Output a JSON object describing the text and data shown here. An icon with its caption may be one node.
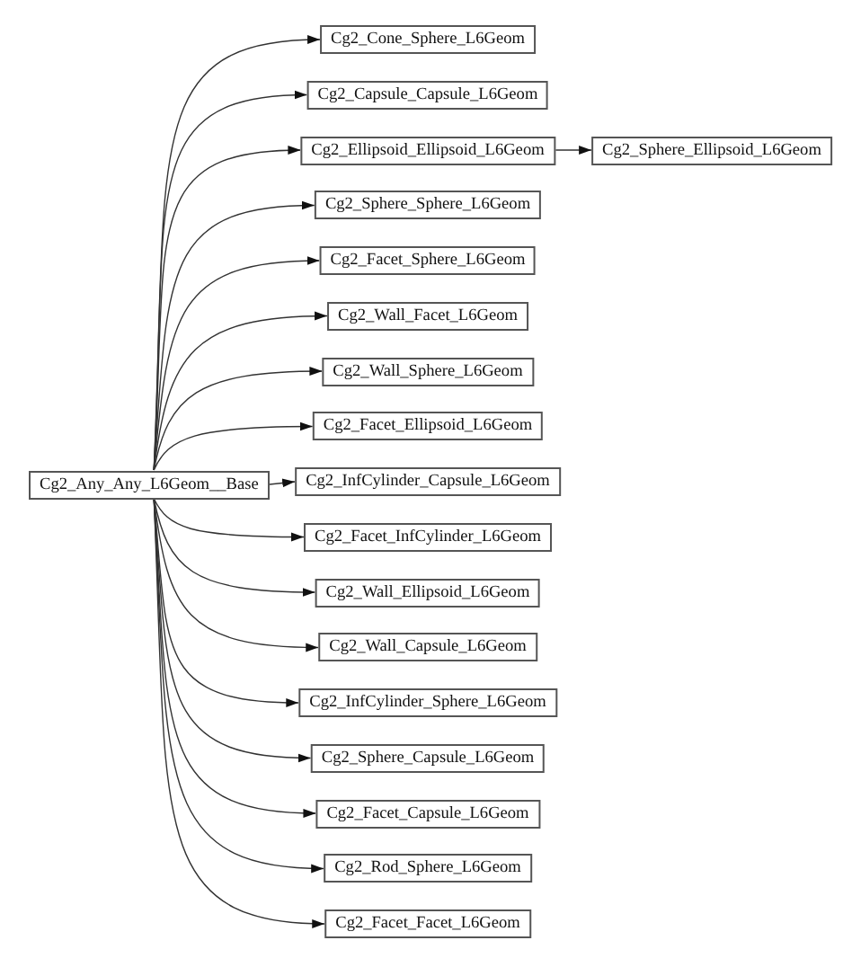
{
  "diagram": {
    "nodes": [
      {
        "text": [
          "Cg2_Any_Any_L6Geom__Base"
        ]
      },
      {
        "text": [
          "Cg2_Cone_Sphere_L6Geom"
        ]
      },
      {
        "text": [
          "Cg2_Capsule_Capsule_L6Geom"
        ]
      },
      {
        "text": [
          "Cg2_Ellipsoid_Ellipsoid_L6Geom"
        ]
      },
      {
        "text": [
          "Cg2_Sphere_Ellipsoid_L6Geom"
        ]
      },
      {
        "text": [
          "Cg2_Sphere_Sphere_L6Geom"
        ]
      },
      {
        "text": [
          "Cg2_Facet_Sphere_L6Geom"
        ]
      },
      {
        "text": [
          "Cg2_Wall_Facet_L6Geom"
        ]
      },
      {
        "text": [
          "Cg2_Wall_Sphere_L6Geom"
        ]
      },
      {
        "text": [
          "Cg2_Facet_Ellipsoid_L6Geom"
        ]
      },
      {
        "text": [
          "Cg2_InfCylinder_Capsule_L6Geom"
        ]
      },
      {
        "text": [
          "Cg2_Facet_InfCylinder_L6Geom"
        ]
      },
      {
        "text": [
          "Cg2_Wall_Ellipsoid_L6Geom"
        ]
      },
      {
        "text": [
          "Cg2_Wall_Capsule_L6Geom"
        ]
      },
      {
        "text": [
          "Cg2_InfCylinder_Sphere_L6Geom"
        ]
      },
      {
        "text": [
          "Cg2_Sphere_Capsule_L6Geom"
        ]
      },
      {
        "text": [
          "Cg2_Facet_Capsule_L6Geom"
        ]
      },
      {
        "text": [
          "Cg2_Rod_Sphere_L6Geom"
        ]
      },
      {
        "text": [
          "Cg2_Facet_Facet_L6Geom"
        ]
      }
    ],
    "edges": [
      {
        "from": 0,
        "to": 1,
        "arrow": "to"
      },
      {
        "from": 0,
        "to": 2,
        "arrow": "to"
      },
      {
        "from": 0,
        "to": 3,
        "arrow": "to"
      },
      {
        "from": 3,
        "to": 4,
        "arrow": "to"
      },
      {
        "from": 0,
        "to": 5,
        "arrow": "to"
      },
      {
        "from": 0,
        "to": 6,
        "arrow": "to"
      },
      {
        "from": 0,
        "to": 7,
        "arrow": "to"
      },
      {
        "from": 0,
        "to": 8,
        "arrow": "to"
      },
      {
        "from": 0,
        "to": 9,
        "arrow": "to"
      },
      {
        "from": 0,
        "to": 10,
        "arrow": "to"
      },
      {
        "from": 0,
        "to": 11,
        "arrow": "to"
      },
      {
        "from": 0,
        "to": 12,
        "arrow": "to"
      },
      {
        "from": 0,
        "to": 13,
        "arrow": "to"
      },
      {
        "from": 0,
        "to": 14,
        "arrow": "to"
      },
      {
        "from": 0,
        "to": 15,
        "arrow": "to"
      },
      {
        "from": 0,
        "to": 16,
        "arrow": "to"
      },
      {
        "from": 0,
        "to": 17,
        "arrow": "to"
      },
      {
        "from": 0,
        "to": 18,
        "arrow": "to"
      }
    ]
  }
}
